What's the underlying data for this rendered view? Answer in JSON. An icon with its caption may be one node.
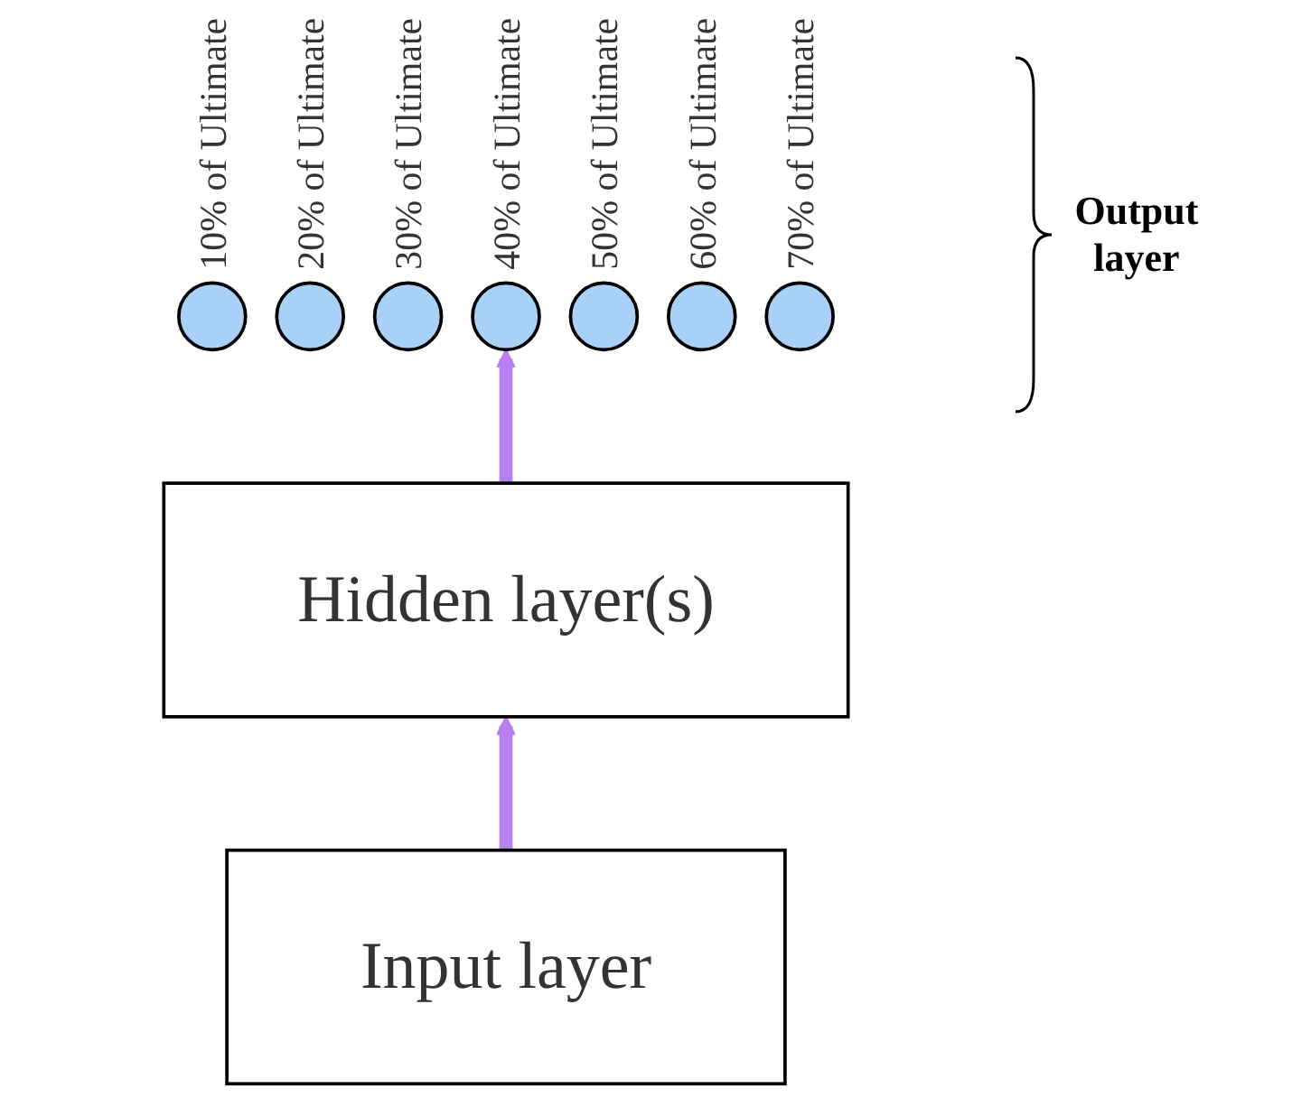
{
  "diagram": {
    "nodes": [
      {
        "text": [],
        "shape": "circle",
        "beside": [
          "10% of Ultimate"
        ]
      },
      {
        "text": [],
        "shape": "circle",
        "beside": [
          "20% of Ultimate"
        ]
      },
      {
        "text": [],
        "shape": "circle",
        "beside": [
          "30% of Ultimate"
        ]
      },
      {
        "text": [],
        "shape": "circle",
        "beside": [
          "40% of Ultimate"
        ]
      },
      {
        "text": [],
        "shape": "circle",
        "beside": [
          "50% of Ultimate"
        ]
      },
      {
        "text": [],
        "shape": "circle",
        "beside": [
          "60% of Ultimate"
        ]
      },
      {
        "text": [],
        "shape": "circle",
        "beside": [
          "70% of Ultimate"
        ]
      },
      {
        "text": [
          "Hidden layer(s)"
        ]
      },
      {
        "text": [
          "Input layer"
        ]
      }
    ],
    "edges": [
      {
        "from": 8,
        "to": 7,
        "arrow": "to"
      },
      {
        "from": 7,
        "to": 3,
        "arrow": "to"
      }
    ],
    "labels": [
      "Output layer"
    ]
  }
}
